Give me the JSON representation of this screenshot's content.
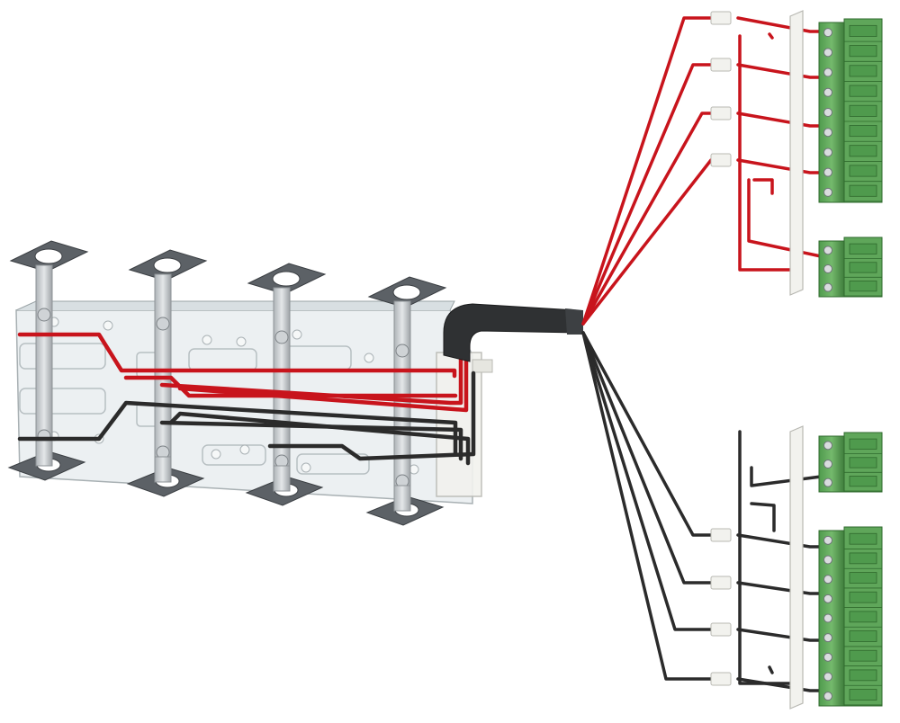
{
  "image": {
    "subject": "",
    "colors": {
      "background": "#ffffff",
      "wire_red": "#c8141c",
      "wire_black": "#2b2b2b",
      "terminal_green": "#5fa65a",
      "terminal_green_dark": "#3f7d3c",
      "bracket_metal": "#c9cdd0",
      "pad_dark": "#5c6166",
      "glass_board": "#e9eef0",
      "sleeve": "#2f3133",
      "rail_white": "#f2f2ee"
    },
    "counts": {
      "bracket_pairs": 4,
      "red_wires": 4,
      "black_wires": 4,
      "terminal_blocks": 4
    }
  }
}
